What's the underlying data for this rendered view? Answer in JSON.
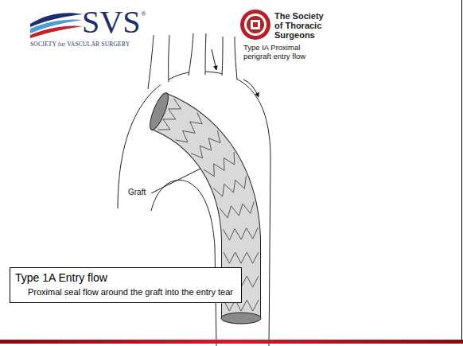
{
  "diagram": {
    "nodes": [
      {
        "text": [
          "Type 1A Entry flow",
          "Proximal seal flow around the graft into the entry tear"
        ]
      }
    ],
    "labels": [
      "SVS",
      "®",
      "SOCIETY for VASCULAR SURGERY",
      "The Society of Thoracic Surgeons",
      "Type IA Proximal perigraft entry flow",
      "Graft"
    ]
  }
}
